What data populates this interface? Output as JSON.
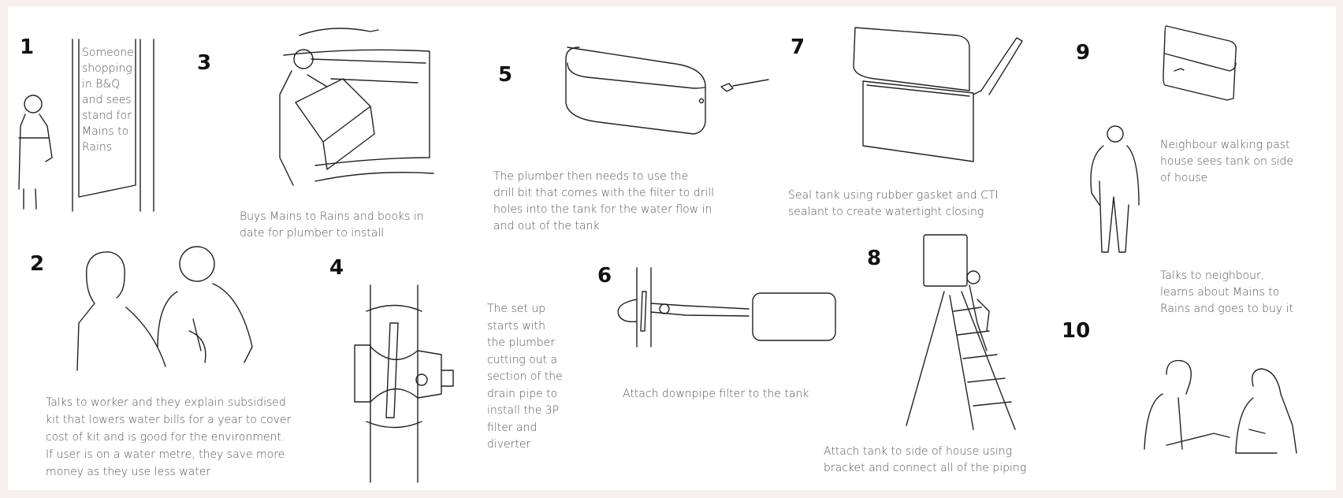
{
  "steps": [
    {
      "number": "1",
      "caption": [
        "Someone",
        "shopping",
        "in B&Q",
        "and sees",
        "stand for",
        "Mains to",
        "Rains"
      ]
    },
    {
      "number": "2",
      "caption": [
        "Talks to worker and they explain subsidised",
        "kit that lowers water bills for a year to cover",
        "cost of kit and is good for the environment.",
        "If user is on a water metre, they save more",
        "money as they use less water"
      ]
    },
    {
      "number": "3",
      "caption": [
        "Buys Mains to Rains and books in",
        "date for plumber to install"
      ]
    },
    {
      "number": "4",
      "caption": [
        "The set up",
        "starts with",
        "the plumber",
        "cutting out a",
        "section of the",
        "drain pipe to",
        "install the 3P",
        "filter and",
        "diverter"
      ]
    },
    {
      "number": "5",
      "caption": [
        "The plumber then needs to use the",
        "drill bit that comes with the filter to drill",
        "holes into the tank for the water flow in",
        "and out of the tank"
      ]
    },
    {
      "number": "6",
      "caption": [
        "Attach downpipe filter to the tank"
      ]
    },
    {
      "number": "7",
      "caption": [
        "Seal tank using rubber gasket and CTI",
        "sealant to create watertight closing"
      ]
    },
    {
      "number": "8",
      "caption": [
        "Attach tank to side of house using",
        "bracket and connect all of the piping"
      ]
    },
    {
      "number": "9",
      "caption": [
        "Neighbour walking past",
        "house sees tank on side",
        "of house"
      ]
    },
    {
      "number": "10",
      "caption": [
        "Talks to neighbour,",
        "learns about Mains to",
        "Rains and goes to buy it"
      ]
    }
  ]
}
